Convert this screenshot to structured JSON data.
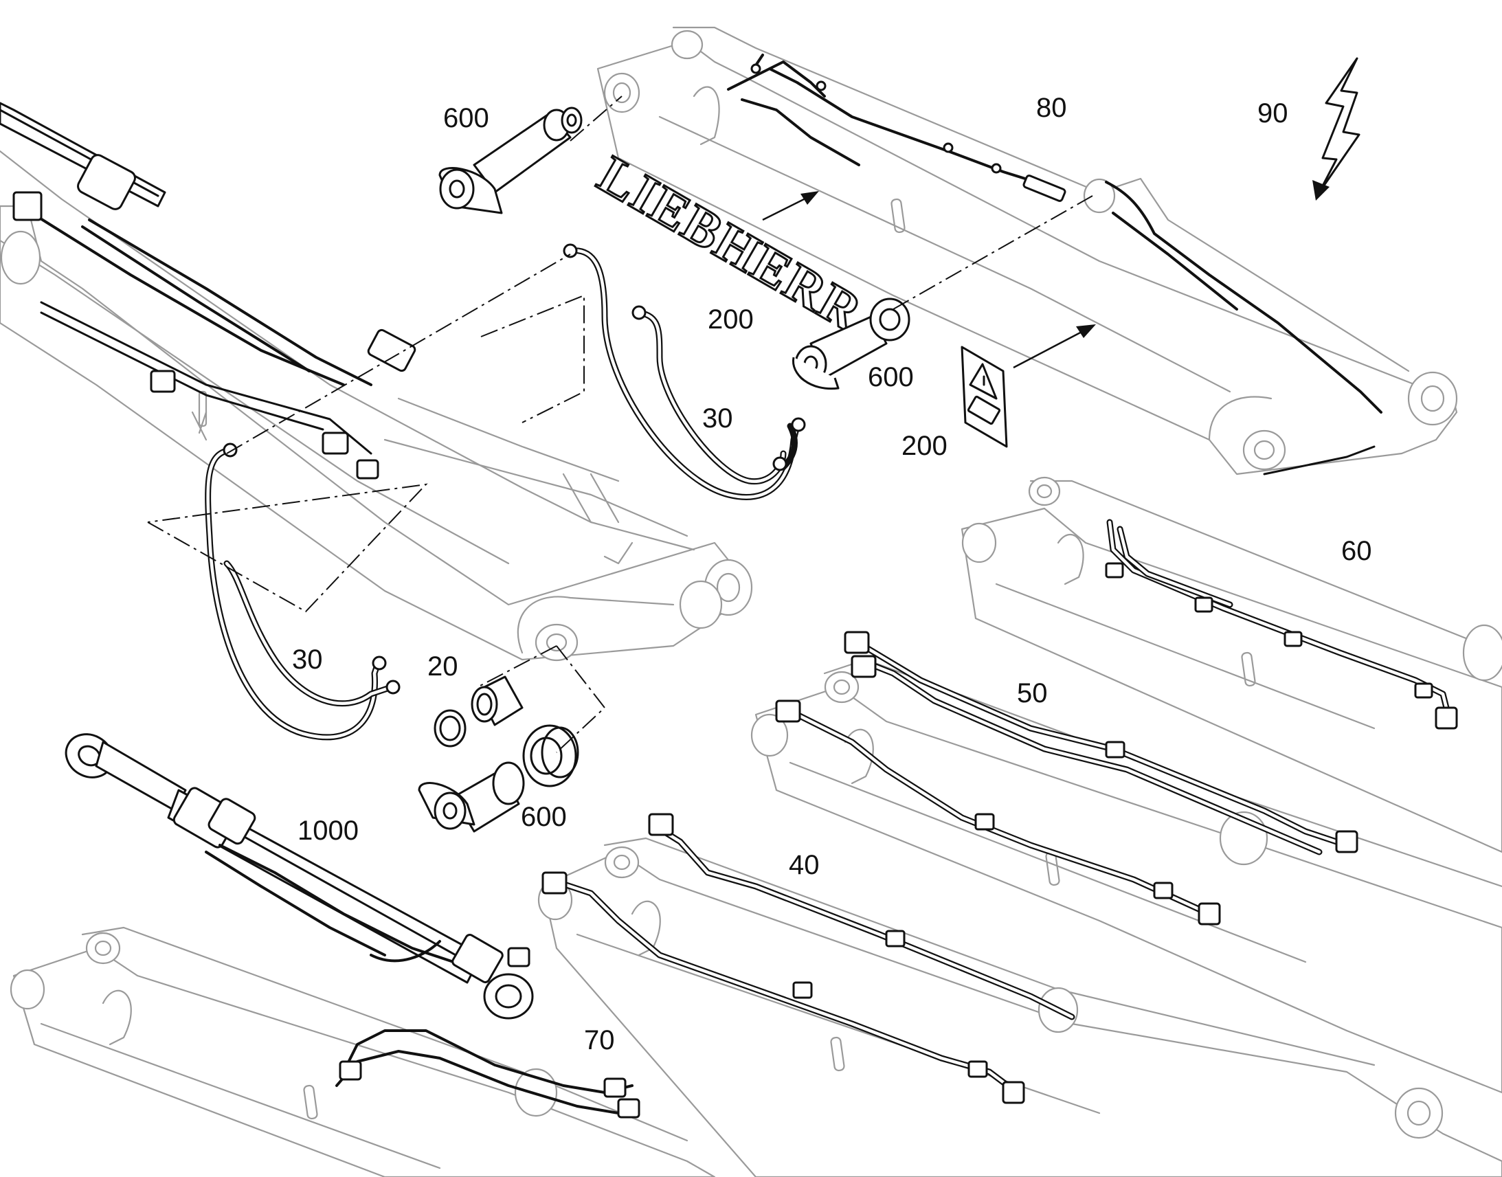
{
  "brand_text": "LIEBHERR",
  "labels": {
    "pin_top": "600",
    "harness_top": "80",
    "electrical_mark": "90",
    "decal_brand": "200",
    "pin_right": "600",
    "hose_upper": "30",
    "decal_warning": "200",
    "pipe_kit_60": "60",
    "pipe_kit_50": "50",
    "hose_lower": "30",
    "bushing": "20",
    "pin_bottom": "600",
    "cylinder": "1000",
    "pipe_kit_40": "40",
    "pipe_kit_70": "70"
  },
  "icons": {
    "lightning": "lightning-bolt-icon",
    "warning_decal": "warning-triangle-icon"
  }
}
